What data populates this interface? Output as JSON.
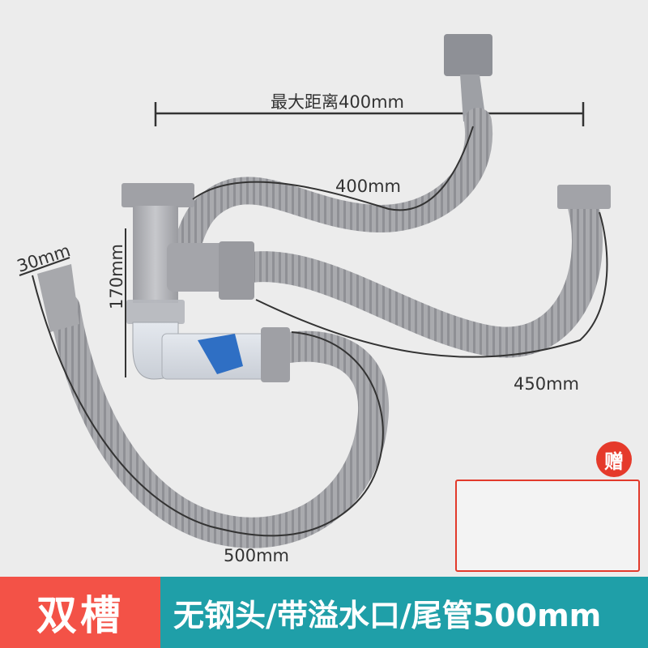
{
  "labels": {
    "max_distance": "最大距离400mm",
    "upper_hose": "400mm",
    "left_inlet": "30mm",
    "pipe_height": "170mm",
    "right_hose": "450mm",
    "bottom_hose": "500mm"
  },
  "gift": {
    "badge": "赠"
  },
  "footer": {
    "left_title": "双槽",
    "right_text": "无钢头/带溢水口/尾管500mm"
  },
  "colors": {
    "background": "#ececec",
    "hose": "#a8a9ad",
    "footer_teal": "#1f9fa8",
    "footer_red": "#f35247",
    "gift_red": "#e23a2b",
    "tape_blue": "#2a8fd6"
  }
}
